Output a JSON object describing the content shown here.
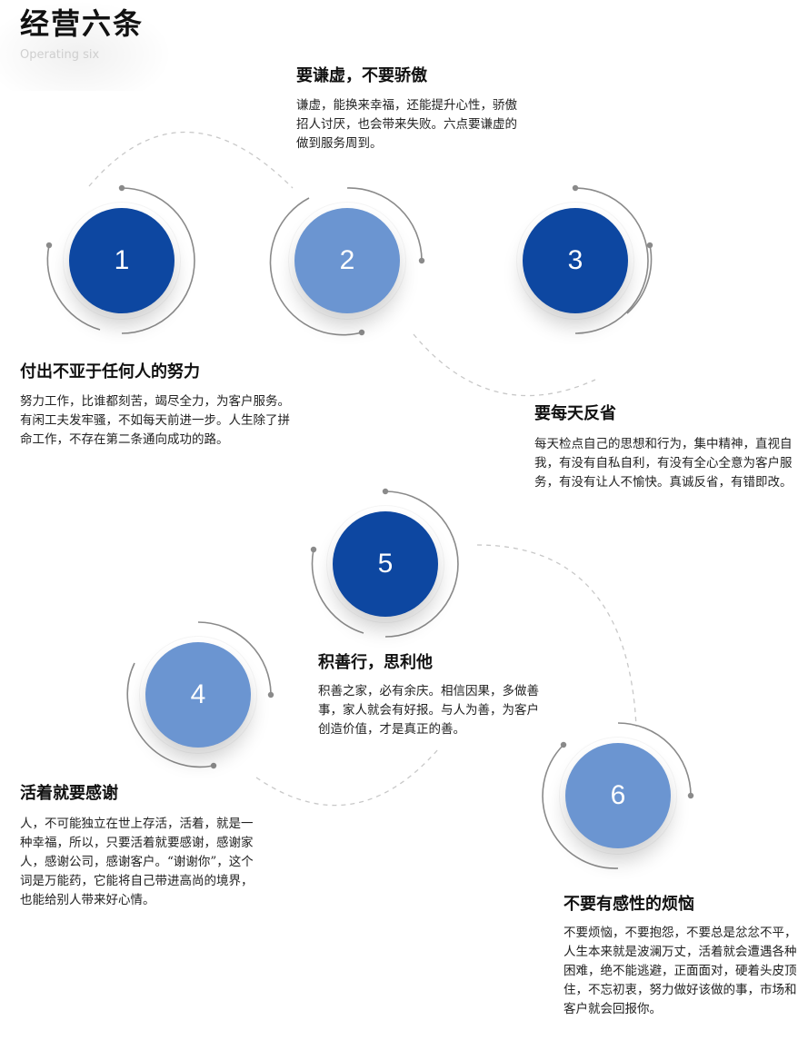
{
  "header": {
    "title": "经营六条",
    "subtitle": "Operating six"
  },
  "colors": {
    "dark_blue": "#0d47a1",
    "light_blue": "#6b95d1",
    "ring_gray": "#8a8a8a",
    "dash_gray": "#c8c8c8"
  },
  "items": [
    {
      "number": "1",
      "title": "付出不亚于任何人的努力",
      "description": "努力工作，比谁都刻苦，竭尽全力，为客户服务。有闲工夫发牢骚，不如每天前进一步。人生除了拼命工作，不存在第二条通向成功的路。",
      "color": "#0d47a1"
    },
    {
      "number": "2",
      "title": "要谦虚，不要骄傲",
      "description": "谦虚，能换来幸福，还能提升心性，骄傲招人讨厌，也会带来失败。六点要谦虚的做到服务周到。",
      "color": "#6b95d1"
    },
    {
      "number": "3",
      "title": "要每天反省",
      "description": "每天检点自己的思想和行为，集中精神，直视自我，有没有自私自利，有没有全心全意为客户服务，有没有让人不愉快。真诚反省，有错即改。",
      "color": "#0d47a1"
    },
    {
      "number": "4",
      "title": "活着就要感谢",
      "description": "人，不可能独立在世上存活，活着，就是一种幸福，所以，只要活着就要感谢，感谢家人，感谢公司，感谢客户。“谢谢你”，这个词是万能药，它能将自己带进高尚的境界，也能给别人带来好心情。",
      "color": "#6b95d1"
    },
    {
      "number": "5",
      "title": "积善行，思利他",
      "description": "积善之家，必有余庆。相信因果，多做善事，家人就会有好报。与人为善，为客户创造价值，才是真正的善。",
      "color": "#0d47a1"
    },
    {
      "number": "6",
      "title": "不要有感性的烦恼",
      "description": "不要烦恼，不要抱怨，不要总是忿忿不平，人生本来就是波澜万丈，活着就会遭遇各种困难，绝不能逃避，正面面对，硬着头皮顶住，不忘初衷，努力做好该做的事，市场和客户就会回报你。",
      "color": "#6b95d1"
    }
  ]
}
